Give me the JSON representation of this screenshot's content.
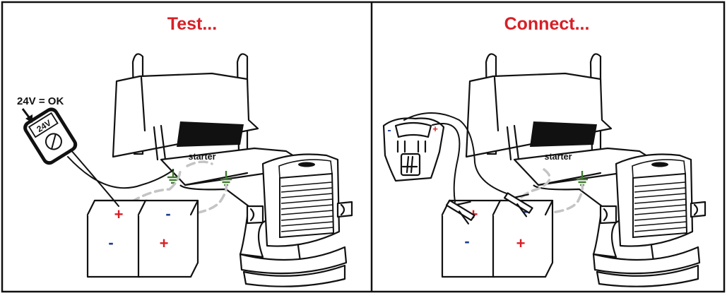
{
  "panels": [
    {
      "title": "Test...",
      "callout": "24V = OK",
      "meter_display": "24V",
      "starter_label": "starter",
      "signs": {
        "plus": "+",
        "minus": "-"
      }
    },
    {
      "title": "Connect...",
      "starter_label": "starter",
      "signs": {
        "plus": "+",
        "minus": "-"
      }
    }
  ],
  "colors": {
    "title": "#d71f26",
    "positive": "#d71f26",
    "negative": "#1f3c8f",
    "ground": "#3f7a2e",
    "wire_dashed": "#c4c4c4",
    "border": "#111111"
  },
  "icons": [
    "truck-illustration",
    "multimeter-icon",
    "battery-icon",
    "ground-icon",
    "jump-starter-icon",
    "clamp-icon"
  ]
}
